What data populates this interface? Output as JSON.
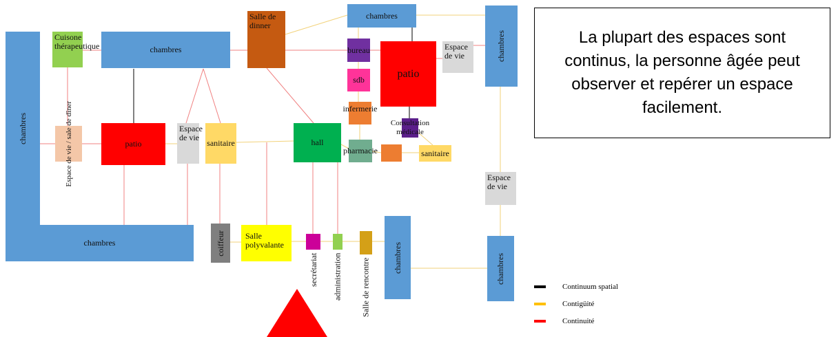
{
  "callout": {
    "text": "La plupart des espaces sont continus, la personne âgée peut observer et repérer un espace facilement."
  },
  "legend": [
    {
      "label": "Continuum spatial",
      "color": "#000000"
    },
    {
      "label": "Contigüité",
      "color": "#ffc000"
    },
    {
      "label": "Continuité",
      "color": "#ff0000"
    }
  ],
  "colors": {
    "chambres": "#5b9bd5",
    "patio": "#ff0000",
    "salle_de_dinner": "#c55a11",
    "hall": "#00b050",
    "sanitaire": "#ffd966",
    "espace_de_vie": "#d9d9d9",
    "cuisine": "#92d050",
    "bureau": "#7030a0",
    "sdb": "#ff3399",
    "infermerie": "#ed7d31",
    "pharmacie": "#70ad8f",
    "coiffeur": "#7f7f7f",
    "salle_polyvalante": "#ffff00",
    "secretariat": "#cc0099",
    "administration": "#92d050",
    "salle_de_rencontre": "#d4a017",
    "entrance": "#ff0000"
  },
  "spaces": {
    "chambres": "chambres",
    "cuisine": "Cuisone thérapeutique",
    "salle_de_dinner": "Salle de dinner",
    "bureau": "bureau",
    "sdb": "sdb",
    "infermerie": "infermerie",
    "pharmacie": "pharmacie",
    "consultation": "Consultation médicale",
    "sanitaire": "sanitaire",
    "patio": "patio",
    "espace_de_vie_salle": "Espace de vie / sale de dîner",
    "espace_de_vie": "Espace de vie",
    "hall": "hall",
    "coiffeur": "coiffeur",
    "salle_polyvalante": "Salle polyvalante",
    "secretariat": "secrétariat",
    "administration": "administration",
    "salle_de_rencontre": "Salle de rencontre"
  }
}
